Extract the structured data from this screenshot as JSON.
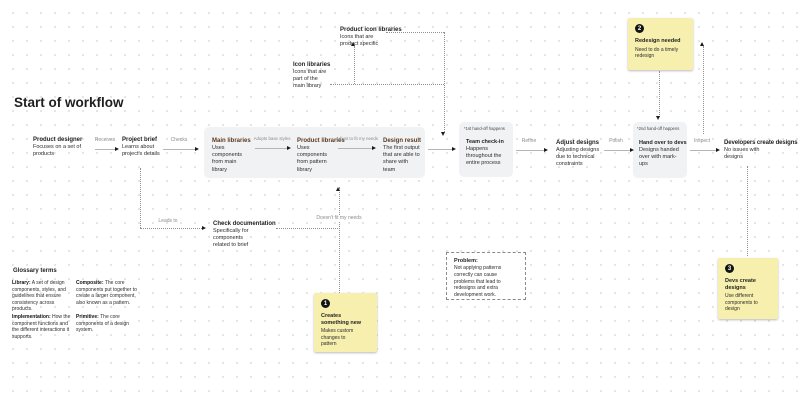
{
  "board": {
    "title": "Start of workflow"
  },
  "flow": {
    "product_designer": {
      "title": "Product designer",
      "desc": "Focuses on a set of products"
    },
    "project_brief": {
      "title": "Project brief",
      "desc": "Learns about project's details"
    },
    "main_libraries": {
      "title": "Main libraries",
      "desc": "Uses components from main library"
    },
    "product_libraries": {
      "title": "Product libraries",
      "desc": "Uses components from pattern library"
    },
    "design_result": {
      "title": "Design result",
      "desc": "The first output that are able to share with team"
    },
    "team_check_in": {
      "note": "*1st hand-off happens",
      "title": "Team check-in",
      "desc": "Happens throughout the entire process"
    },
    "adjust_designs": {
      "title": "Adjust designs",
      "desc": "Adjusting designs due to technical constraints"
    },
    "hand_over": {
      "note": "*2nd hand-off happens",
      "title": "Hand over to devs",
      "desc": "Designs handed over with mark-ups"
    },
    "devs_create": {
      "title": "Developers create designs",
      "desc": "No issues with designs"
    },
    "check_documentation": {
      "title": "Check documentation",
      "desc": "Specifically for components related to brief"
    },
    "product_icon_libraries": {
      "title": "Product icon libraries",
      "desc": "Icons that are product specific"
    },
    "icon_libraries": {
      "title": "Icon libraries",
      "desc": "Icons that are part of the main library"
    }
  },
  "arrows": {
    "receives": "Receives",
    "checks": "Checks",
    "adopts": "Adopts base styles",
    "adjust": "Adjust to fit my needs",
    "refine": "Refine",
    "polish": "Polish",
    "inspect": "Inspect",
    "leads_to": "Leads to",
    "doesnt_fit": "Doesn't fit my needs"
  },
  "stickies": {
    "creates_new": {
      "num": "1",
      "title": "Creates something new",
      "desc": "Makes custom changes to pattern"
    },
    "redesign": {
      "num": "2",
      "title": "Redesign needed",
      "desc": "Need to do a timely redesign"
    },
    "devs_designs": {
      "num": "3",
      "title": "Devs create designs",
      "desc": "Use different components to design"
    }
  },
  "problem": {
    "title": "Problem:",
    "desc": "Not applying patterns correctly can cause problems that lead to redesigns and extra development work."
  },
  "glossary": {
    "title": "Glossary terms",
    "items": [
      {
        "term": "Library:",
        "text": "A set of design components, styles, and guidelines that ensure consistency across products."
      },
      {
        "term": "Composite:",
        "text": "The core components put together to create a larger component, also known as a pattern."
      },
      {
        "term": "Implementation:",
        "text": "How the component functions and the different interactions it supports."
      },
      {
        "term": "Primitive:",
        "text": "The core components of a design system."
      }
    ]
  },
  "colors": {
    "sticky": "#f6efae",
    "card": "#f1f2f4",
    "library_title": "#5b3a1e"
  }
}
